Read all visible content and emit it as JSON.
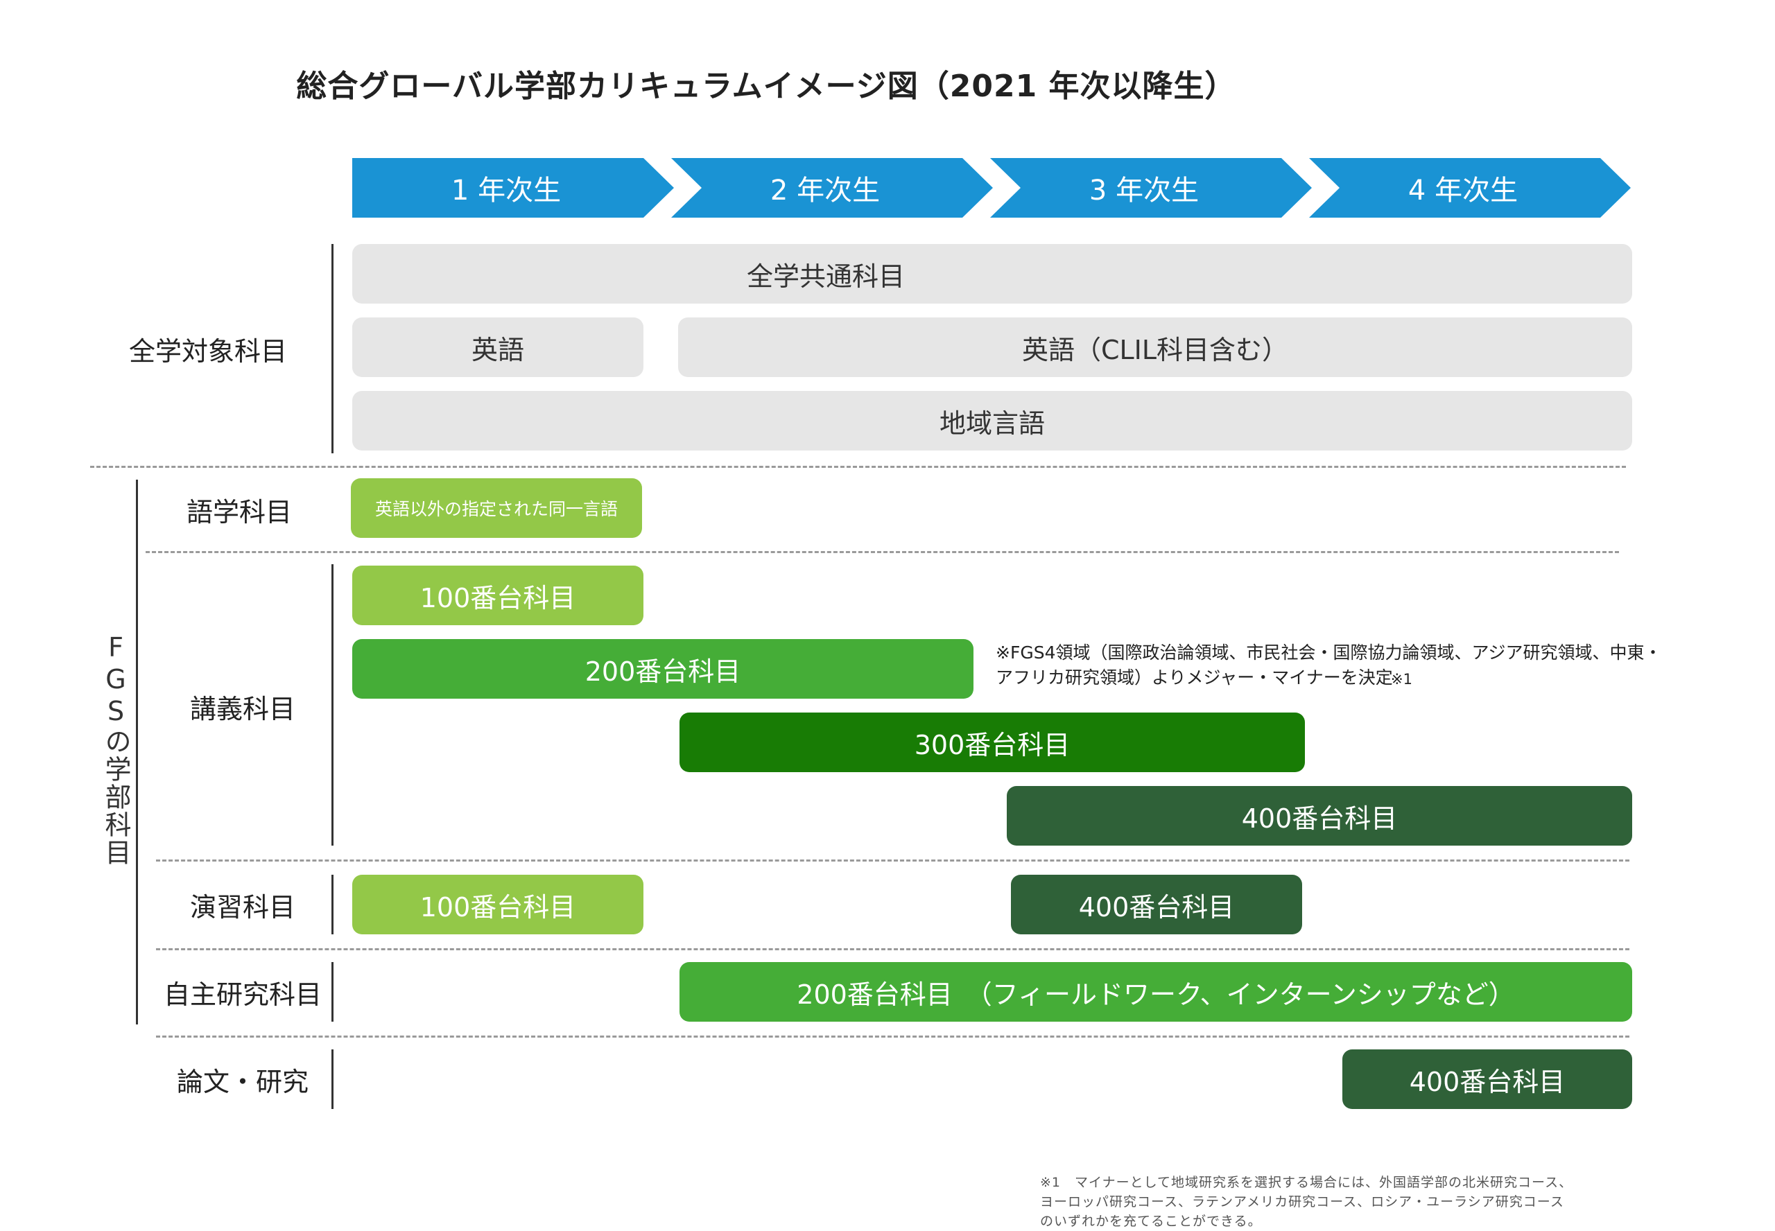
{
  "title": "総合グローバル学部カリキュラムイメージ図（2021 年次以降生）",
  "years": [
    "1 年次生",
    "2 年次生",
    "3 年次生",
    "4 年次生"
  ],
  "groups": {
    "all_university": "全学対象科目",
    "fgs": "FGSの学部科目"
  },
  "row_labels": {
    "language": "語学科目",
    "lecture": "講義科目",
    "seminar": "演習科目",
    "independent": "自主研究科目",
    "thesis": "論文・研究"
  },
  "bars": {
    "common": "全学共通科目",
    "english": "英語",
    "english_clil": "英語（CLIL科目含む）",
    "regional_lang": "地域言語",
    "language_other": "英語以外の指定された同一言語",
    "lec100": "100番台科目",
    "lec200": "200番台科目",
    "lec300": "300番台科目",
    "lec400": "400番台科目",
    "sem100": "100番台科目",
    "sem400": "400番台科目",
    "indep200": "200番台科目　（フィールドワーク、インターンシップなど）",
    "thesis400": "400番台科目"
  },
  "notes": {
    "fgs4_line1": "※FGS4領域（国際政治論領域、市民社会・国際協力論領域、アジア研究領域、中東・",
    "fgs4_line2": "アフリカ研究領域）よりメジャー・マイナーを決定",
    "fgs4_ref": "※1",
    "footnote_line1": "※1　マイナーとして地域研究系を選択する場合には、外国語学部の北米研究コース、",
    "footnote_line2": "ヨーロッパ研究コース、ラテンアメリカ研究コース、ロシア・ユーラシア研究コース",
    "footnote_line3": "のいずれかを充てることができる。"
  },
  "colors": {
    "arrow": "#1a93d4",
    "grey": "#e6e6e6",
    "green_100": "#93c848",
    "green_200": "#45ad37",
    "green_300": "#187c05",
    "green_400": "#2f6138"
  }
}
